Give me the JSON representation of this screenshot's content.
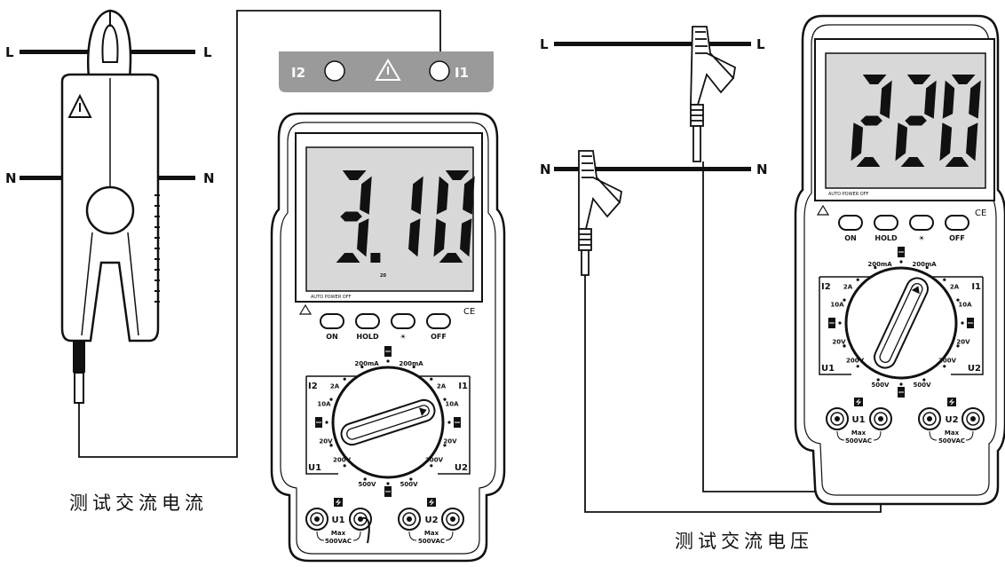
{
  "line_labels": {
    "left_top_l": "L",
    "left_top_r": "L",
    "left_mid_l": "N",
    "left_mid_r": "N",
    "right_top_l": "L",
    "right_top_r": "L",
    "right_mid_l": "N",
    "right_mid_r": "N"
  },
  "clamp_panel": {
    "left": "I2",
    "right": "I1"
  },
  "left_meter": {
    "display": "3.10",
    "display_sub": "20",
    "auto_power": "AUTO POWER OFF",
    "ce": "CE",
    "buttons": [
      "ON",
      "HOLD",
      "☀",
      "OFF"
    ],
    "dial": {
      "left_label": "I2",
      "right_label": "I1",
      "bottom_left": "U1",
      "bottom_right": "U2",
      "top_marks": [
        "200mA",
        "200mA"
      ],
      "left_marks": [
        "2A",
        "10A",
        "20V",
        "200V",
        "500V"
      ],
      "right_marks": [
        "2A",
        "10A",
        "20V",
        "200V",
        "500V"
      ]
    },
    "terminals": {
      "u1": "U1",
      "u2": "U2",
      "max1": "Max",
      "vac1": "500VAC",
      "max2": "Max",
      "vac2": "500VAC"
    }
  },
  "right_meter": {
    "display": "220",
    "auto_power": "AUTO POWER OFF",
    "ce": "CE",
    "buttons": [
      "ON",
      "HOLD",
      "☀",
      "OFF"
    ],
    "dial": {
      "left_label": "I2",
      "right_label": "I1",
      "bottom_left": "U1",
      "bottom_right": "U2",
      "top_marks": [
        "200mA",
        "200mA"
      ],
      "left_marks": [
        "2A",
        "10A",
        "20V",
        "200V",
        "500V"
      ],
      "right_marks": [
        "2A",
        "10A",
        "20V",
        "200V",
        "500V"
      ]
    },
    "terminals": {
      "u1": "U1",
      "u2": "U2",
      "max1": "Max",
      "vac1": "500VAC",
      "max2": "Max",
      "vac2": "500VAC"
    }
  },
  "captions": {
    "left": "测试交流电流",
    "right": "测试交流电压"
  }
}
